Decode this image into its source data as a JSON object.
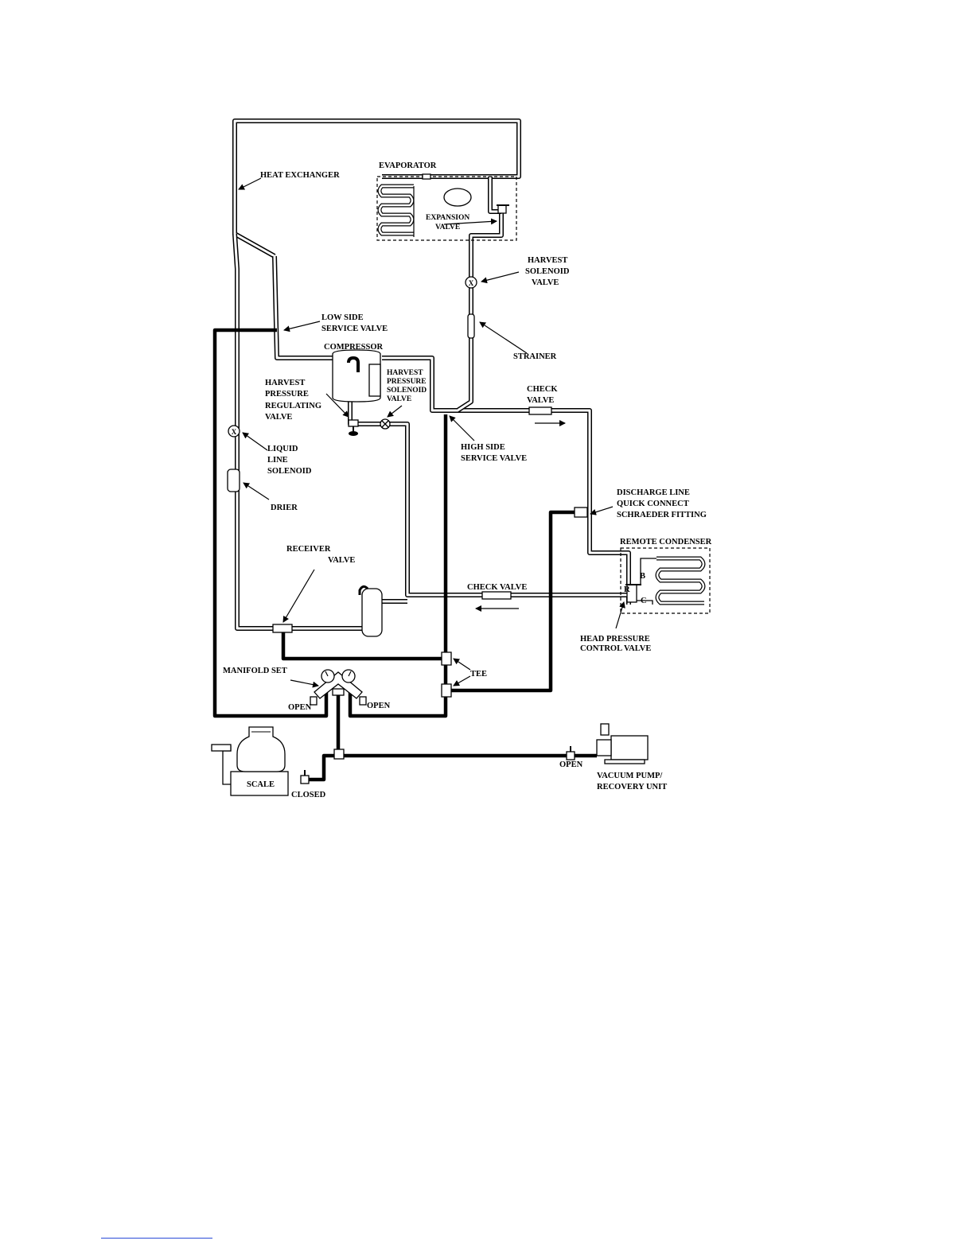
{
  "labels": {
    "heat_exchanger": "HEAT EXCHANGER",
    "evaporator": "EVAPORATOR",
    "expansion_valve": [
      "EXPANSION",
      "VALVE"
    ],
    "harvest_solenoid_valve": [
      "HARVEST",
      "SOLENOID",
      "VALVE"
    ],
    "low_side_service_valve": [
      "LOW SIDE",
      "SERVICE VALVE"
    ],
    "strainer": "STRAINER",
    "compressor": "COMPRESSOR",
    "harvest_pressure_regulating_valve": [
      "HARVEST",
      "PRESSURE",
      "REGULATING",
      "VALVE"
    ],
    "harvest_pressure_solenoid_valve": [
      "HARVEST",
      "PRESSURE",
      "SOLENOID",
      "VALVE"
    ],
    "check_valve_top": [
      "CHECK",
      "VALVE"
    ],
    "high_side_service_valve": [
      "HIGH SIDE",
      "SERVICE VALVE"
    ],
    "liquid_line_solenoid": [
      "LIQUID",
      "LINE",
      "SOLENOID"
    ],
    "drier": "DRIER",
    "discharge_line": [
      "DISCHARGE LINE",
      "QUICK CONNECT",
      "SCHRAEDER FITTING"
    ],
    "remote_condenser": "REMOTE CONDENSER",
    "receiver_valve": [
      "RECEIVER",
      "VALVE"
    ],
    "check_valve_bottom": "CHECK VALVE",
    "port_b": "B",
    "port_r": "R",
    "port_c": "C",
    "head_pressure_control_valve": [
      "HEAD PRESSURE",
      "CONTROL VALVE"
    ],
    "manifold_set": "MANIFOLD SET",
    "tee": "TEE",
    "open_left": "OPEN",
    "open_right": "OPEN",
    "open_pump": "OPEN",
    "scale": "SCALE",
    "closed": "CLOSED",
    "vacuum_pump": [
      "VACUUM PUMP/",
      "RECOVERY UNIT"
    ],
    "valve_x": "X"
  },
  "colors": {
    "line": "#000000",
    "background": "#ffffff",
    "footer_rule": "#2a4bd7"
  }
}
